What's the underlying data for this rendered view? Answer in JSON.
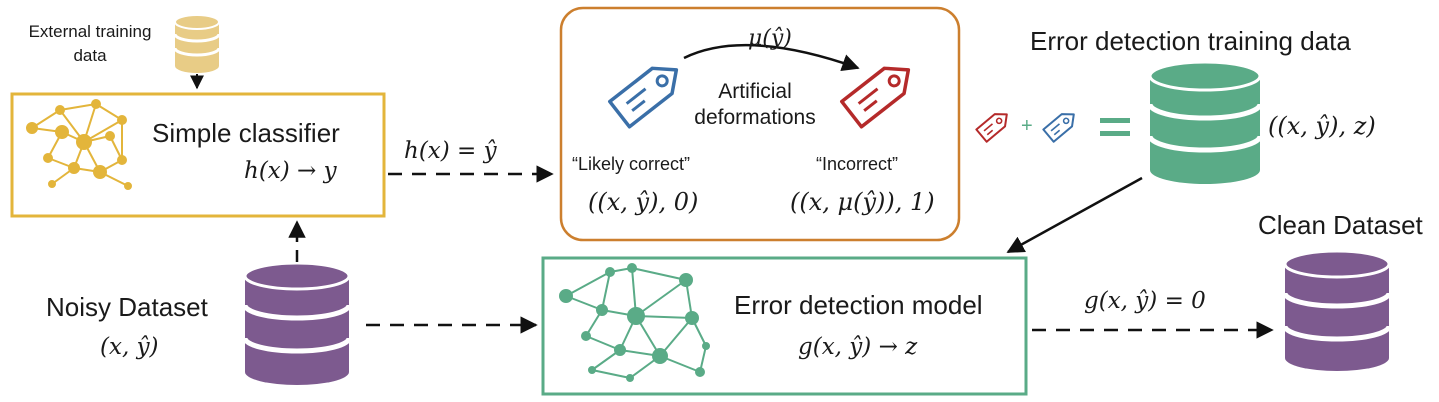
{
  "colors": {
    "classifier": "#e3b53b",
    "classifier_db": "#e8cc86",
    "noisy_db": "#7d5a8f",
    "detection": "#5aab87",
    "deform_border": "#cc7f2e",
    "tag_blue": "#3a6fa8",
    "tag_red": "#b52a2a",
    "arrow": "#111111"
  },
  "external": {
    "line1": "External training",
    "line2": "data",
    "icon": "database-icon"
  },
  "classifier": {
    "title": "Simple classifier",
    "formula": "h(x) → y",
    "icon": "network-icon"
  },
  "edge_classifier_out": "h(x) = ŷ",
  "deformation": {
    "mu": "μ(ŷ)",
    "line1": "Artificial",
    "line2": "deformations",
    "likely_label": "“Likely correct”",
    "likely_formula": "((x, ŷ), 0)",
    "incorrect_label": "“Incorrect”",
    "incorrect_formula": "((x, μ(ŷ)), 1)",
    "tag_icons": [
      "tag-icon",
      "tag-icon"
    ]
  },
  "training": {
    "title": "Error detection training data",
    "plus": "+",
    "formula": "((x, ŷ), z)",
    "icon": "database-icon"
  },
  "noisy": {
    "title": "Noisy Dataset",
    "formula": "(x, ŷ)",
    "icon": "database-icon"
  },
  "detector": {
    "title": "Error detection model",
    "formula": "g(x, ŷ) → z",
    "icon": "network-icon"
  },
  "edge_detector_out": "g(x, ŷ) = 0",
  "clean": {
    "title": "Clean Dataset",
    "icon": "database-icon"
  }
}
